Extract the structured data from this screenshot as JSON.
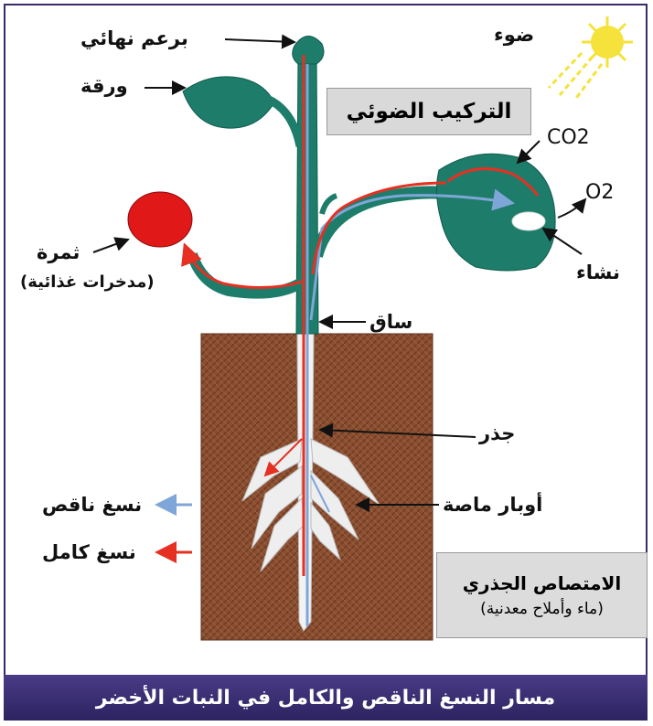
{
  "labels": {
    "terminal_bud": "برعم نهائي",
    "leaf": "ورقة",
    "light": "ضوء",
    "photosynthesis": "التركيب الضوئي",
    "co2": "CO2",
    "o2": "O2",
    "starch": "نشاء",
    "fruit": "ثمرة",
    "fruit_note": "(مدخرات غذائية)",
    "stem": "ساق",
    "root": "جذر",
    "root_hairs": "أوبار ماصة",
    "root_absorption": "الامتصاص الجذري",
    "root_absorption_note": "(ماء وأملاح معدنية)"
  },
  "legend": [
    {
      "label": "نسغ ناقص",
      "color": "#7fa6d8"
    },
    {
      "label": "نسغ كامل",
      "color": "#e53022"
    }
  ],
  "footer": {
    "title": "مسار النسغ الناقص والكامل في النبات الأخضر"
  },
  "colors": {
    "plant": "#1e7d6a",
    "soil": "#8a4f32",
    "fruit": "#e01818",
    "sun": "#f5e23a"
  }
}
